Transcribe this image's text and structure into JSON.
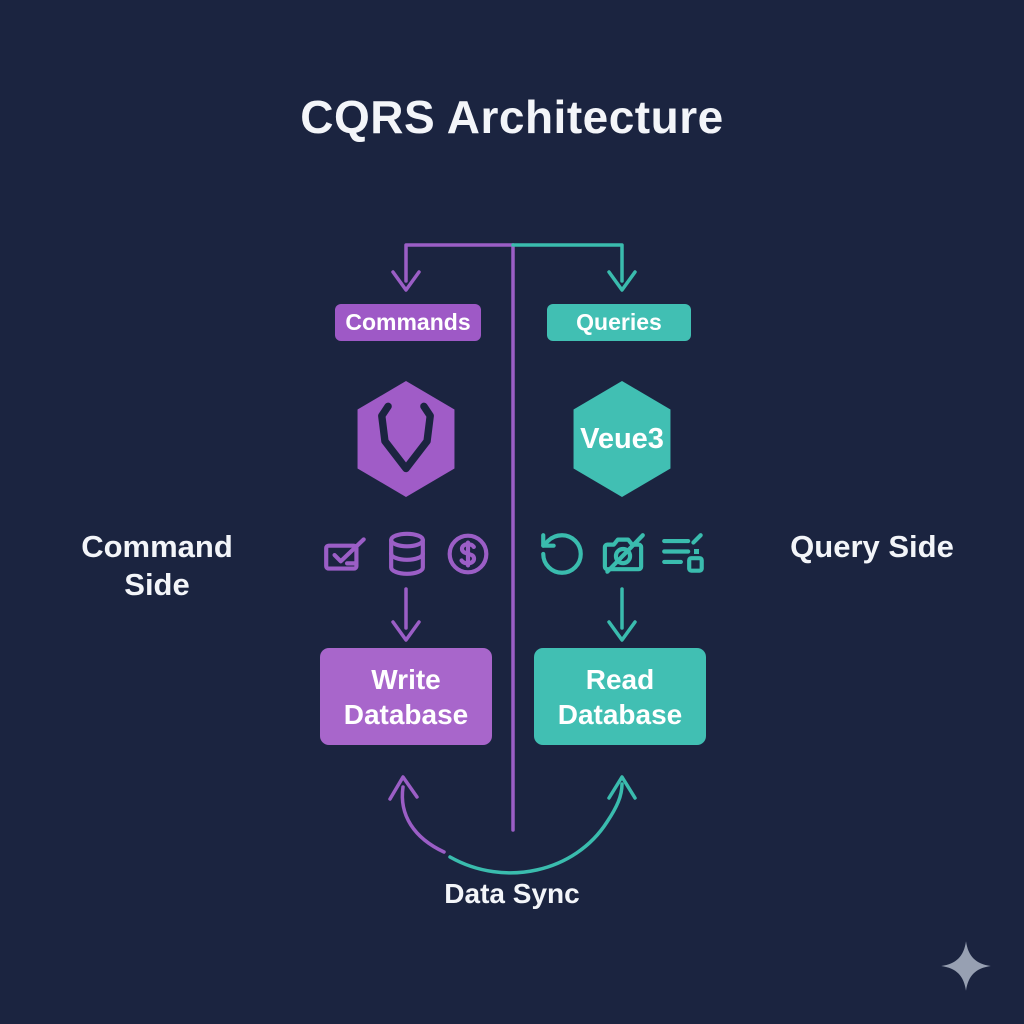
{
  "title": "CQRS Architecture",
  "palette": {
    "background": "#1b2440",
    "purple_fill": "#a05cc7",
    "purple_line": "#9b5ec6",
    "teal_fill": "#41bfb3",
    "teal_line": "#3abcae",
    "text": "#f3f5f9",
    "glyph_dark": "#1b2440",
    "sparkle_gray": "#97a0b2"
  },
  "command_side": {
    "side_label": "Command Side",
    "badge_label": "Commands",
    "hexagon_icon": "angular-shield-icon",
    "icons": [
      "checkbox-check-icon",
      "database-cylinder-icon",
      "dollar-circle-icon"
    ],
    "database_label": "Write Database"
  },
  "query_side": {
    "side_label": "Query Side",
    "badge_label": "Queries",
    "hexagon_label": "Veue3",
    "icons": [
      "rotate-ccw-icon",
      "camera-slash-icon",
      "list-settings-icon"
    ],
    "database_label": "Read Database"
  },
  "sync": {
    "label": "Data Sync"
  },
  "dollar_glyph": "$"
}
